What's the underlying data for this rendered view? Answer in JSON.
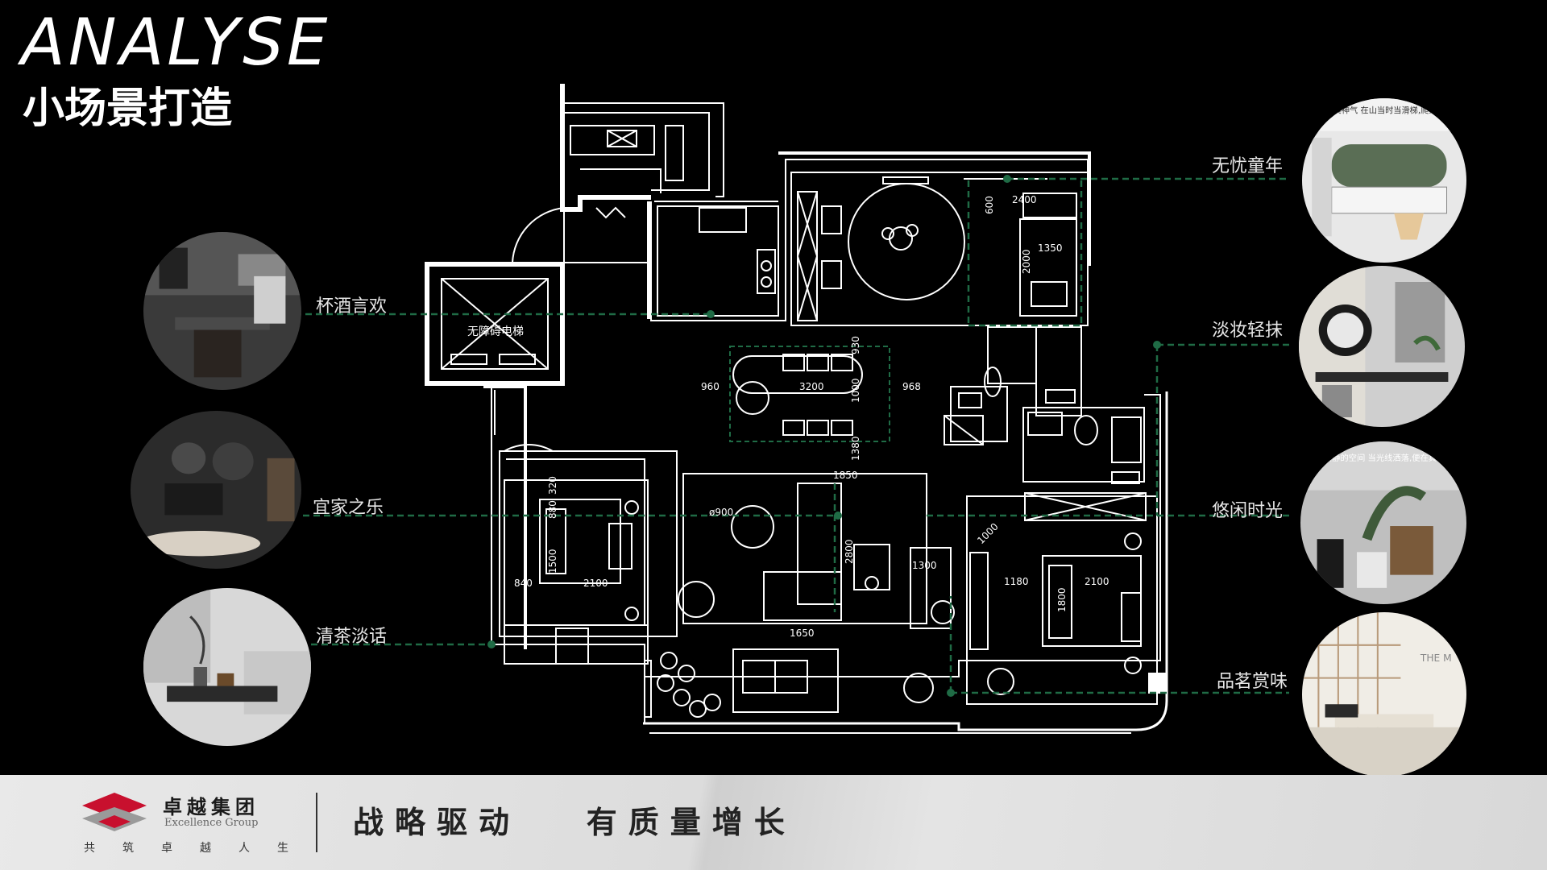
{
  "header": {
    "title_en": "ANALYSE",
    "title_cn": "小场景打造"
  },
  "left_scenes": [
    {
      "label": "杯酒言欢"
    },
    {
      "label": "宜家之乐"
    },
    {
      "label": "清茶淡话"
    }
  ],
  "right_scenes": [
    {
      "label": "无忧童年"
    },
    {
      "label": "淡妆轻抹"
    },
    {
      "label": "悠闲时光"
    },
    {
      "label": "品茗赏味"
    }
  ],
  "floorplan": {
    "elevator_label": "无障碍电梯",
    "dimensions": [
      "2400",
      "600",
      "1350",
      "2000",
      "960",
      "3200",
      "968",
      "1000",
      "930",
      "1380",
      "1850",
      "ø900",
      "2800",
      "1300",
      "1650",
      "320",
      "880",
      "1500",
      "840",
      "2100",
      "1000",
      "1180",
      "2100",
      "1800"
    ]
  },
  "photo_captions": {
    "child_room": "动真神气 在山当时当滑梯,爬到山顶笑...",
    "leisure": "安静的空间 当光线洒落,便在其中",
    "tea": "THE M"
  },
  "footer": {
    "brand_cn": "卓越集团",
    "brand_en": "Excellence Group",
    "motto": "共筑卓越人生",
    "slogan": "战略驱动   有质量增长"
  },
  "colors": {
    "background": "#000000",
    "leader_line": "#1f6b45",
    "wall": "#ffffff",
    "footer": "#e2e2e2"
  }
}
